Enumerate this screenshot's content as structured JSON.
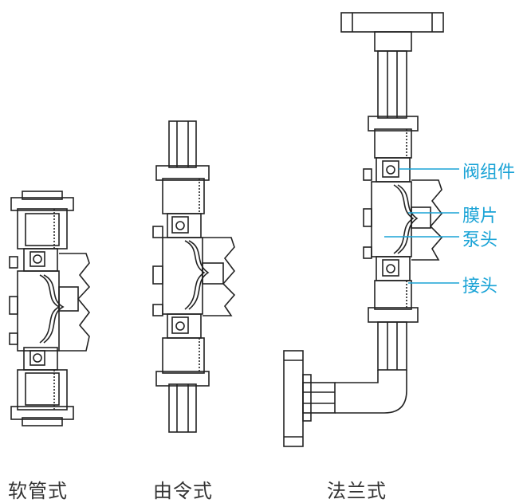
{
  "captions": {
    "hose": "软管式",
    "union": "由令式",
    "flange": "法兰式"
  },
  "callouts": {
    "valve_assembly": "阀组件",
    "diaphragm": "膜片",
    "pump_head": "泵头",
    "connector": "接头"
  },
  "colors": {
    "line": "#222222",
    "callout": "#1aa3d6",
    "caption": "#333333"
  }
}
